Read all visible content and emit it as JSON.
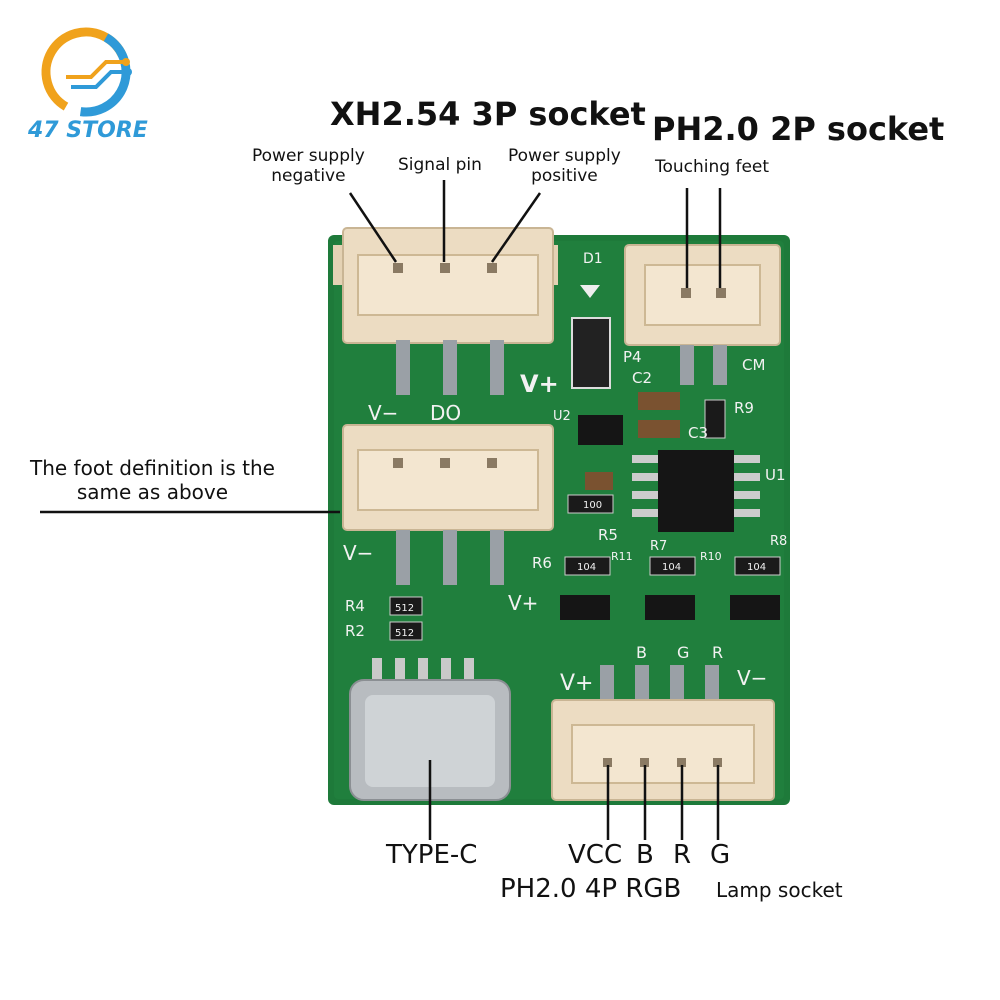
{
  "brand": {
    "name": "47 STORE",
    "primary_color": "#2f9ad8",
    "accent_color": "#f0a21c"
  },
  "titles": {
    "xh_socket": "XH2.54 3P socket",
    "ph_socket": "PH2.0 2P socket"
  },
  "xh_pins": {
    "left": "Power supply\nnegative",
    "mid": "Signal pin",
    "right": "Power supply\npositive"
  },
  "ph_pins": {
    "label": "Touching feet"
  },
  "side_note": "The foot definition is the\nsame as above",
  "board_marks": {
    "d1": "D1",
    "p4": "P4",
    "cm": "CM",
    "c2": "C2",
    "c3": "C3",
    "r9": "R9",
    "u2": "U2",
    "u1": "U1",
    "r5": "R5",
    "r6": "R6",
    "r7": "R7",
    "r8": "R8",
    "r10": "R10",
    "r11": "R11",
    "r4": "R4",
    "r2": "R2",
    "vplus1": "V+",
    "vminus1": "V−",
    "do": "DO",
    "vminus2": "V−",
    "vplus2": "V+",
    "vplus3": "V+",
    "b": "B",
    "g": "G",
    "r": "R",
    "vminus3": "V−",
    "res_512a": "512",
    "res_512b": "512",
    "res_100": "100",
    "res_104a": "104",
    "res_104b": "104",
    "res_104c": "104"
  },
  "bottom": {
    "typec": "TYPE-C",
    "vcc": "VCC",
    "b": "B",
    "r": "R",
    "g": "G",
    "ph_4p": "PH2.0 4P RGB",
    "lamp": "Lamp socket"
  },
  "colors": {
    "pcb": "#1e7a3a",
    "connector": "#ecdcc2",
    "chip": "#151515"
  }
}
